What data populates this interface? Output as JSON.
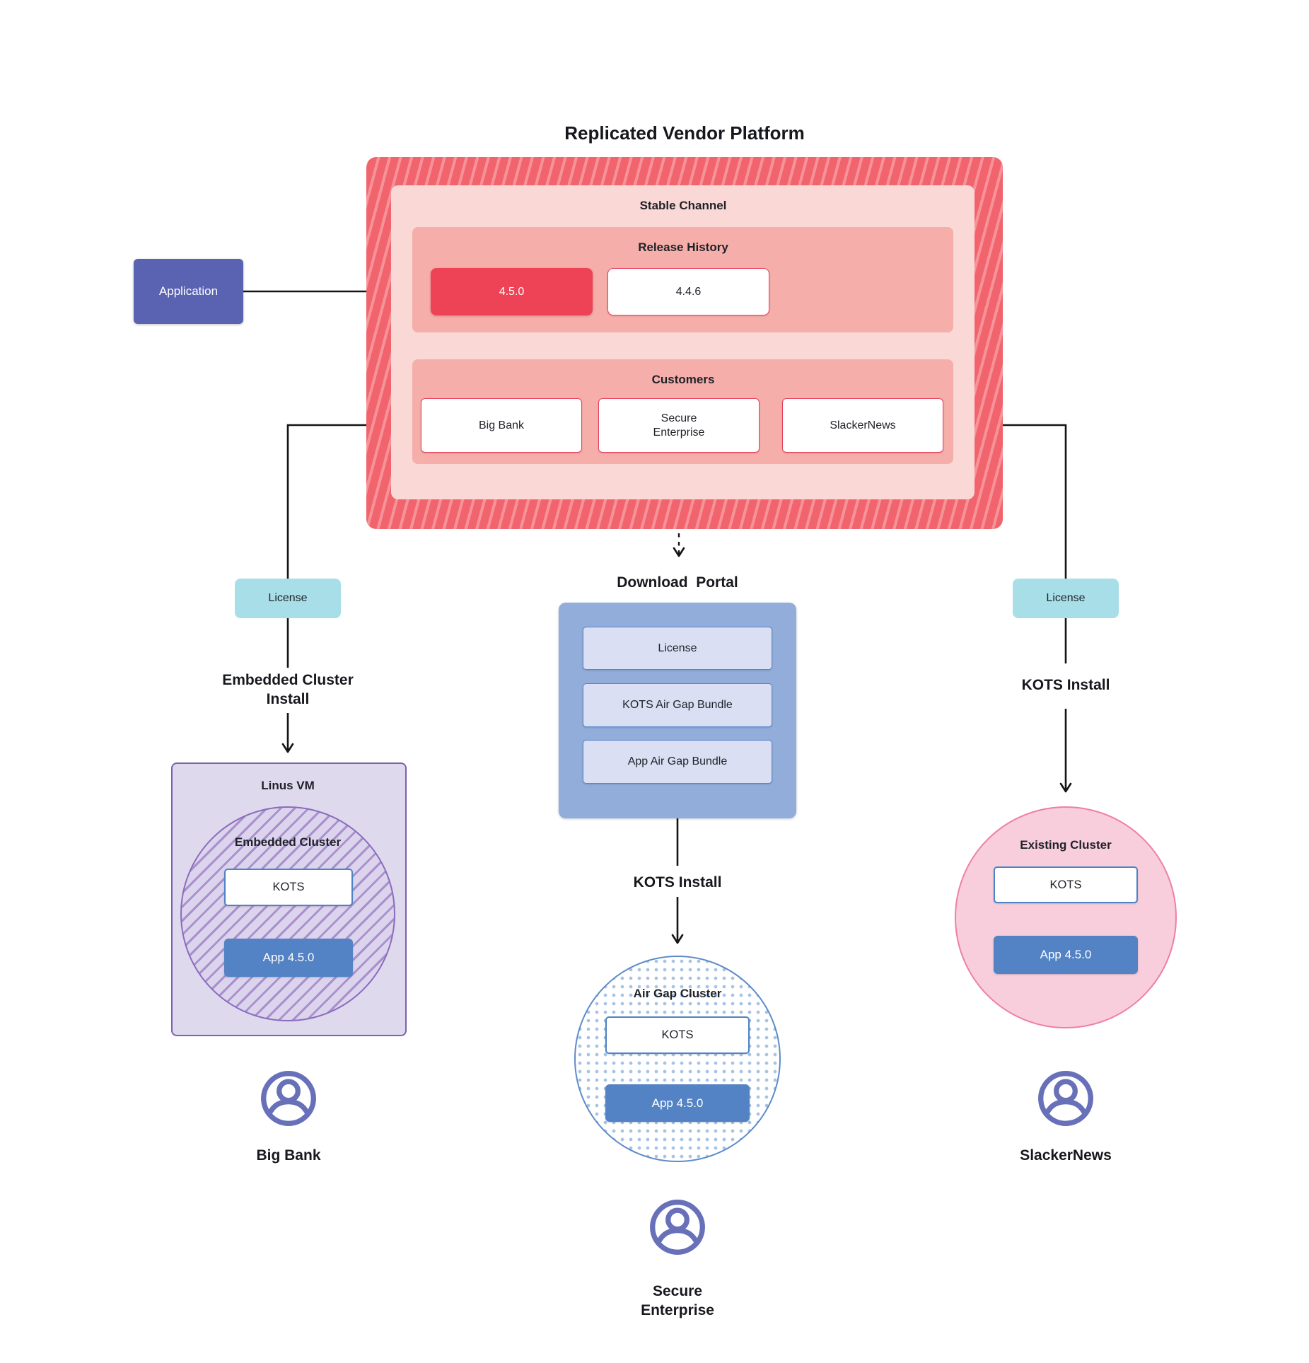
{
  "title": "Replicated Vendor Platform",
  "platform": {
    "stable_channel_label": "Stable Channel",
    "release_history_label": "Release History",
    "releases": {
      "current": "4.5.0",
      "previous": "4.4.6"
    },
    "customers_label": "Customers",
    "customers": {
      "big_bank": "Big Bank",
      "secure_enterprise": "Secure Enterprise",
      "slackernews": "SlackerNews"
    }
  },
  "application_label": "Application",
  "download_portal": {
    "heading": "Download  Portal",
    "items": {
      "license": "License",
      "kots_air_gap_bundle": "KOTS Air Gap Bundle",
      "app_air_gap_bundle": "App Air Gap Bundle"
    }
  },
  "big_bank_flow": {
    "license_label": "License",
    "install_label": "Embedded Cluster Install",
    "vm_label": "Linus VM",
    "cluster_label": "Embedded Cluster",
    "kots_label": "KOTS",
    "app_label": "App 4.5.0",
    "user_label": "Big Bank"
  },
  "secure_enterprise_flow": {
    "install_label": "KOTS Install",
    "cluster_label": "Air Gap Cluster",
    "kots_label": "KOTS",
    "app_label": "App 4.5.0",
    "user_label": "Secure Enterprise"
  },
  "slackernews_flow": {
    "license_label": "License",
    "install_label": "KOTS Install",
    "cluster_label": "Existing Cluster",
    "kots_label": "KOTS",
    "app_label": "App 4.5.0",
    "user_label": "SlackerNews"
  },
  "colors": {
    "hatch_red": "#F2646D",
    "channel_pink": "#FAD8D6",
    "panel_pink": "#F5AEA9",
    "release_red": "#EE4257",
    "red_border": "#E4415F",
    "application_purple": "#5A62B2",
    "license_teal": "#A8DEE7",
    "portal_blue": "#92ADDA",
    "portal_item_blue": "#DADFF3",
    "blue_border": "#4E83C5",
    "app_blue": "#5383C4",
    "vm_lavender": "#DFD9EE",
    "vm_border": "#7E5FB0",
    "cluster_hatch_purple": "#A98FD0",
    "existing_pink": "#F8CEDC",
    "existing_border": "#EE7FA6",
    "user_icon_indigo": "#6770B8"
  }
}
